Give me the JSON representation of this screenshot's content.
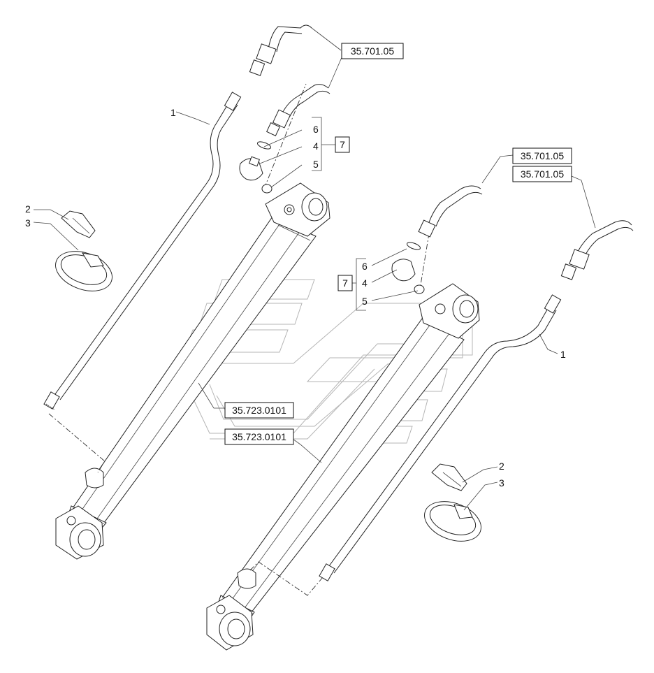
{
  "diagram": {
    "references": {
      "ref_a": "35.701.05",
      "ref_b": "35.701.05",
      "ref_c": "35.701.05",
      "ref_d": "35.723.0101",
      "ref_e": "35.723.0101"
    },
    "group_label": "7",
    "left_assembly": {
      "tube": "1",
      "clamp_cover": "2",
      "hose_clamp": "3",
      "elbow": "4",
      "o_ring": "5",
      "seal": "6"
    },
    "right_assembly": {
      "tube": "1",
      "clamp_cover": "2",
      "hose_clamp": "3",
      "elbow": "4",
      "o_ring": "5",
      "seal": "6"
    },
    "group_label_right": "7"
  }
}
